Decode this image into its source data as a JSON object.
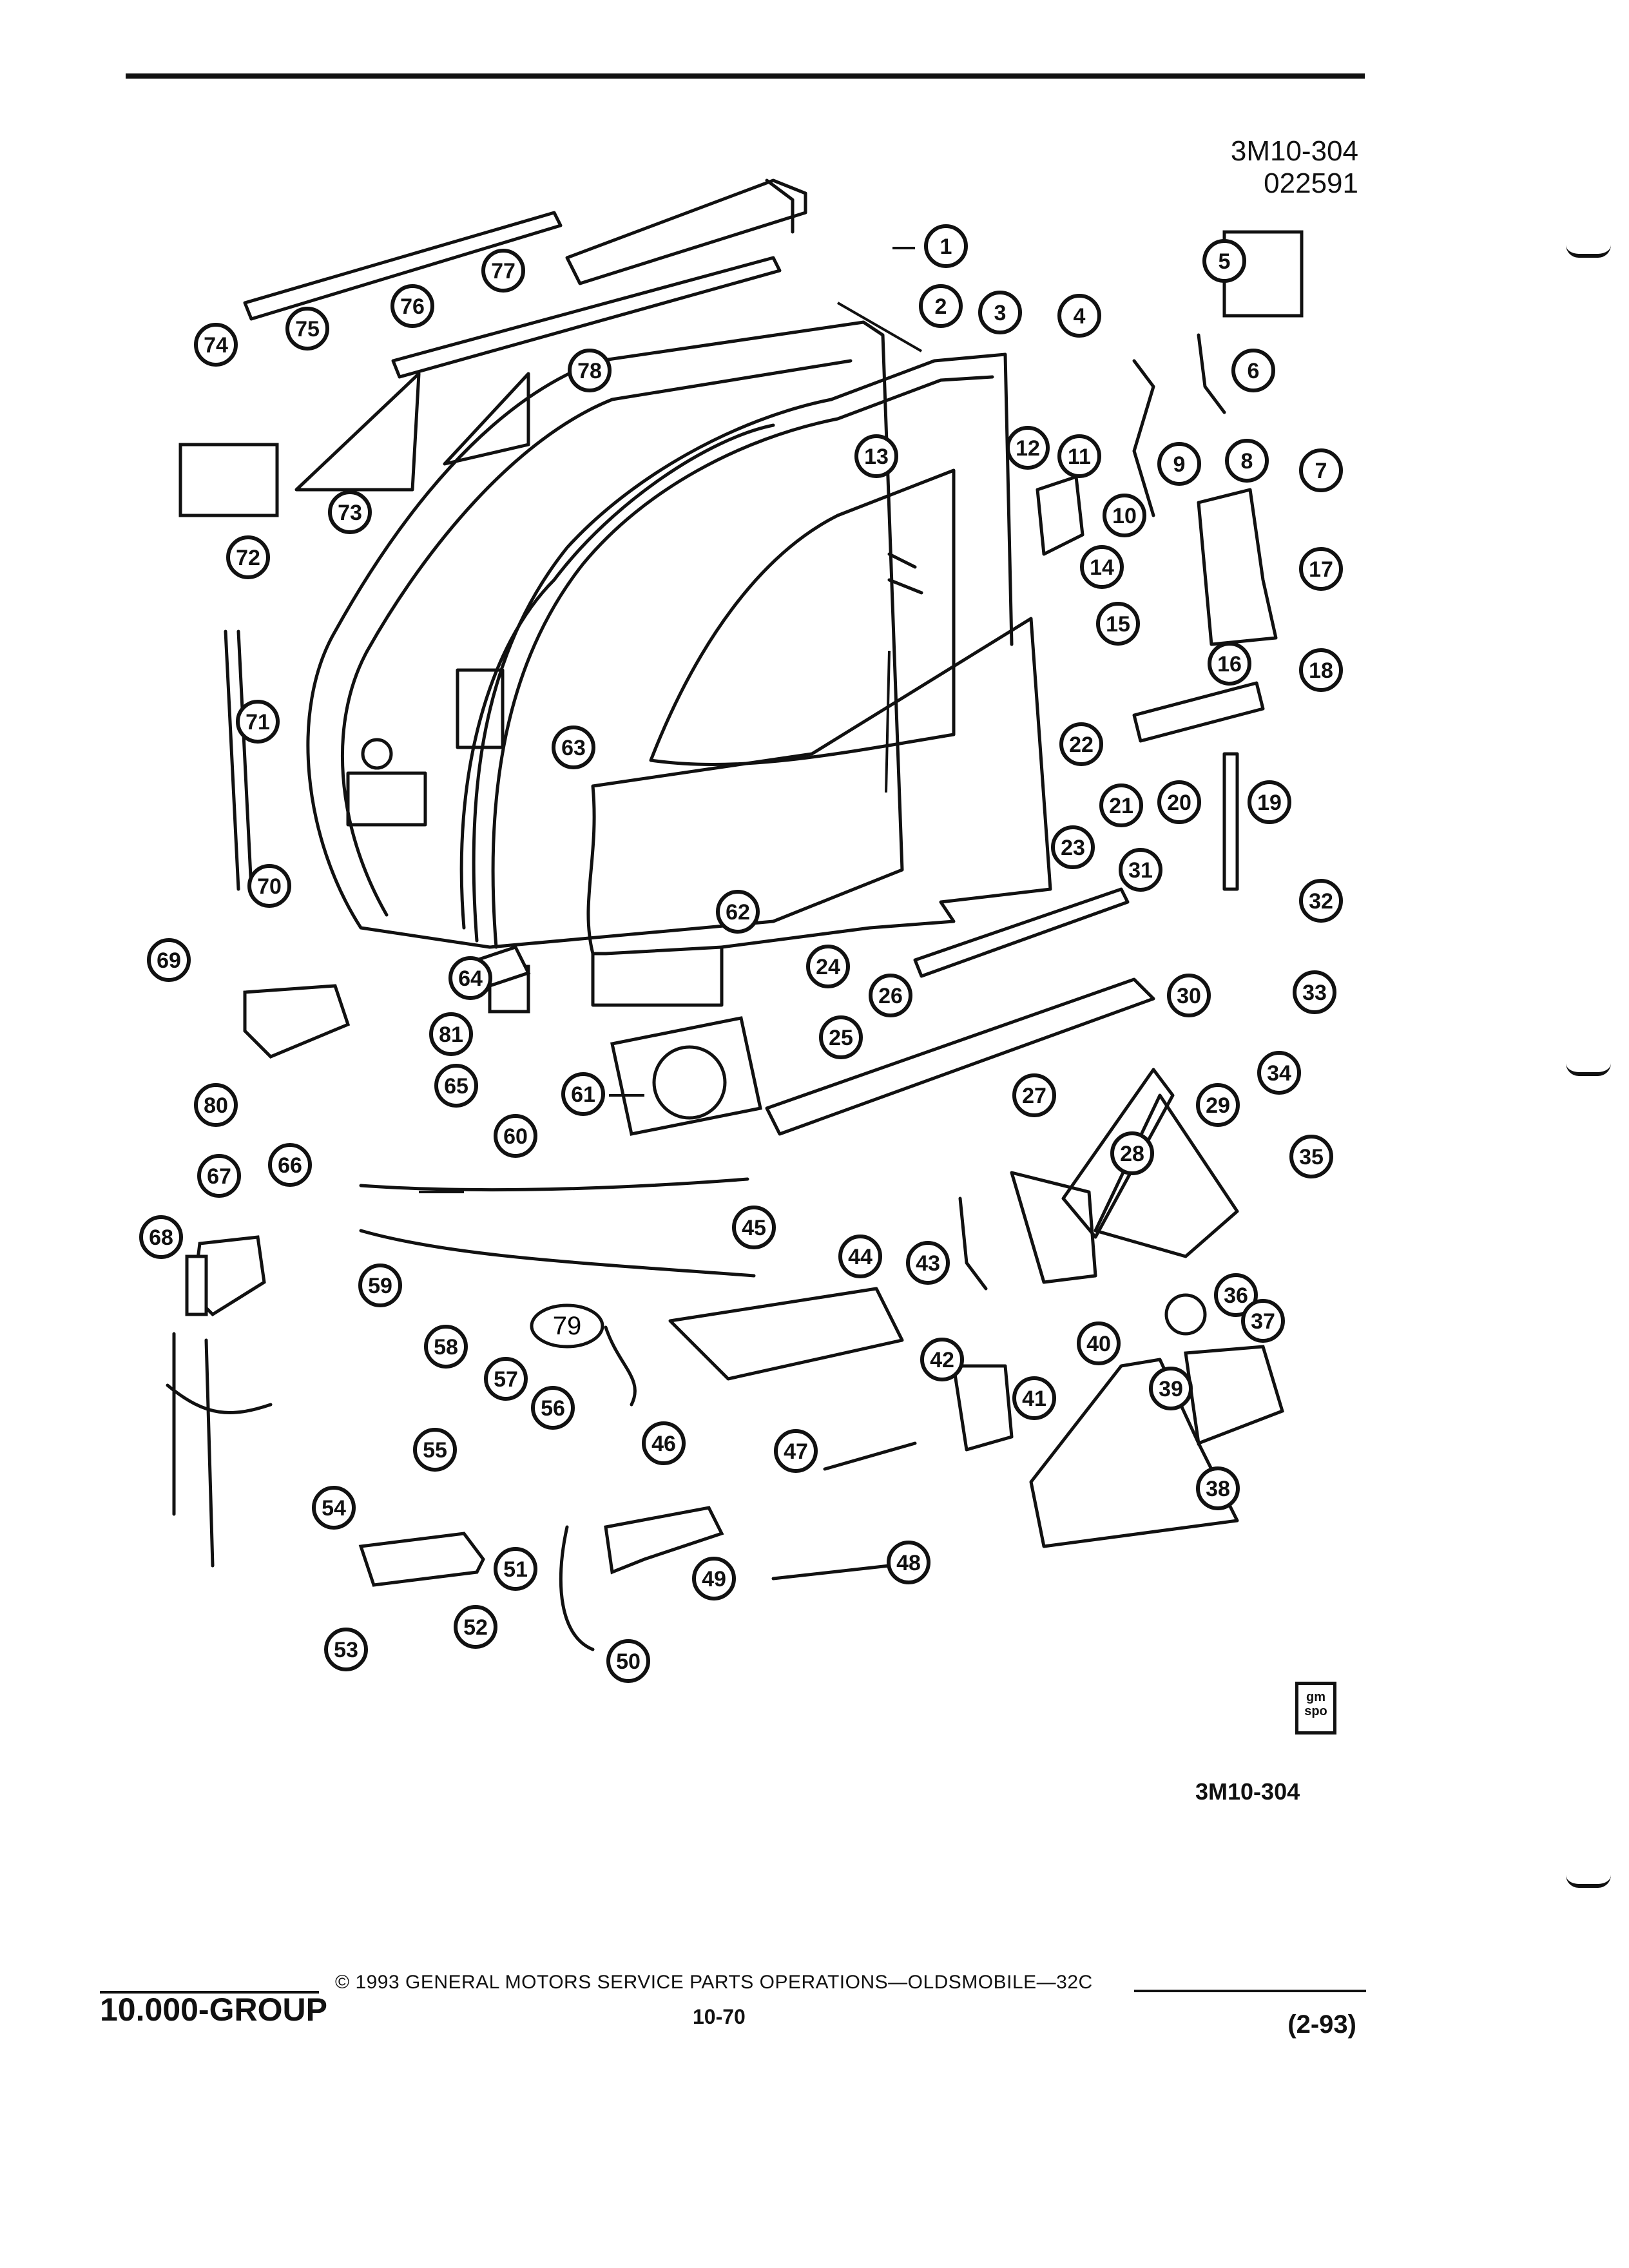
{
  "header": {
    "ref_code": "3M10-304",
    "ref_date": "022591"
  },
  "diagram": {
    "callouts": [
      "1",
      "2",
      "3",
      "4",
      "5",
      "6",
      "7",
      "8",
      "9",
      "10",
      "11",
      "12",
      "13",
      "14",
      "15",
      "16",
      "17",
      "18",
      "19",
      "20",
      "21",
      "22",
      "23",
      "24",
      "25",
      "26",
      "27",
      "28",
      "29",
      "30",
      "31",
      "32",
      "33",
      "34",
      "35",
      "36",
      "37",
      "38",
      "39",
      "40",
      "41",
      "42",
      "43",
      "44",
      "45",
      "46",
      "47",
      "48",
      "49",
      "50",
      "51",
      "52",
      "53",
      "54",
      "55",
      "56",
      "57",
      "58",
      "59",
      "60",
      "61",
      "62",
      "63",
      "64",
      "65",
      "66",
      "67",
      "68",
      "69",
      "70",
      "71",
      "72",
      "73",
      "74",
      "75",
      "76",
      "77",
      "78",
      "79",
      "80",
      "81"
    ],
    "bottom_ref": "3M10-304"
  },
  "logo": {
    "line1": "gm",
    "line2": "spo"
  },
  "footer": {
    "group": "10.000-GROUP",
    "copyright": "© 1993 GENERAL MOTORS SERVICE PARTS OPERATIONS—OLDSMOBILE—32C",
    "page": "10-70",
    "date": "(2-93)"
  }
}
